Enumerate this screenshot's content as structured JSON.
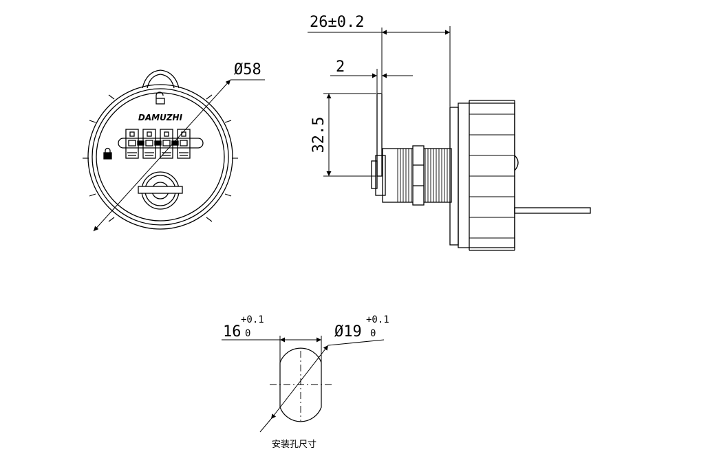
{
  "front_view": {
    "brand": "DAMUZHI",
    "dial_count": 4,
    "diameter_dim": "Ø58"
  },
  "side_view": {
    "overall_length_dim": "26±0.2",
    "cam_thickness_dim": "2",
    "cam_height_dim": "32.5"
  },
  "mounting_hole": {
    "width_nominal": "16",
    "width_upper_tol": "+0.1",
    "width_lower_tol": "0",
    "diameter_nominal": "Ø19",
    "diameter_upper_tol": "+0.1",
    "diameter_lower_tol": "0",
    "caption": "安装孔尺寸"
  },
  "colors": {
    "line": "#000000",
    "background": "#ffffff"
  }
}
